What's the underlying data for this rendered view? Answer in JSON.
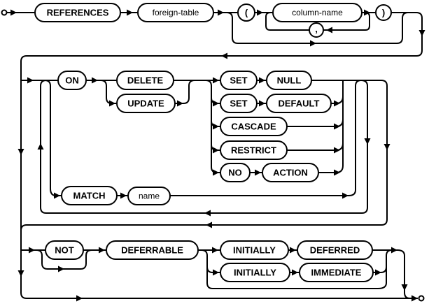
{
  "colors": {
    "rail": "#000000",
    "background": "#ffffff"
  },
  "nodes": {
    "references": "REFERENCES",
    "foreign_table": "foreign-table",
    "open_paren": "(",
    "column_name": "column-name",
    "comma": ",",
    "close_paren": ")",
    "on": "ON",
    "delete": "DELETE",
    "update": "UPDATE",
    "set": "SET",
    "null": "NULL",
    "default": "DEFAULT",
    "cascade": "CASCADE",
    "restrict": "RESTRICT",
    "no": "NO",
    "action": "ACTION",
    "match": "MATCH",
    "name": "name",
    "not": "NOT",
    "deferrable": "DEFERRABLE",
    "initially": "INITIALLY",
    "deferred": "DEFERRED",
    "immediate": "IMMEDIATE"
  }
}
